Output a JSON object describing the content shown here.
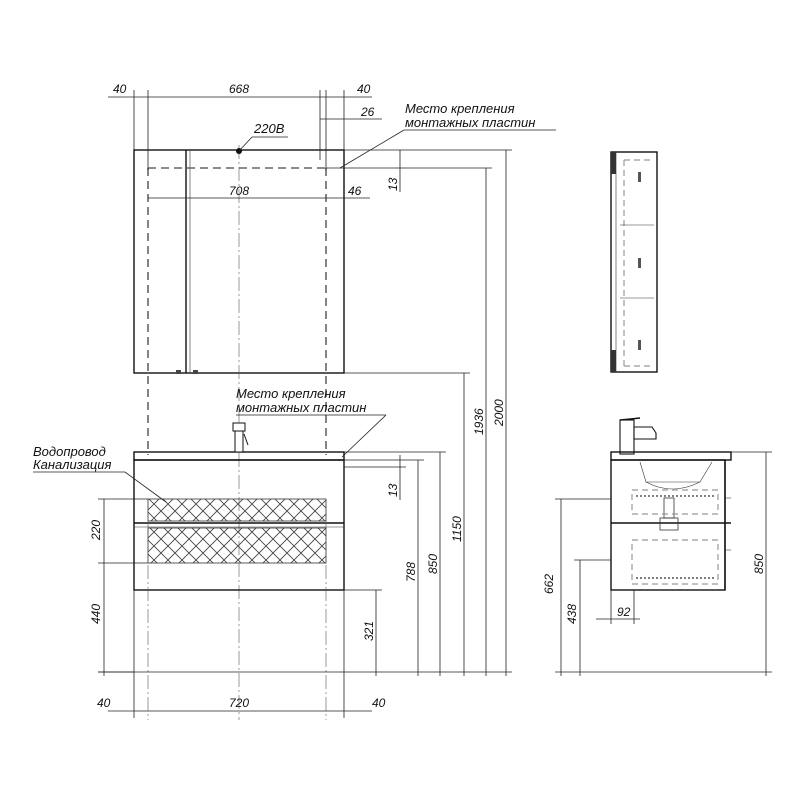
{
  "cabinet": {
    "dims": {
      "left_gap": "40",
      "width": "668",
      "right_gap": "40",
      "right_inset": "26"
    },
    "power_label": "220B",
    "plate_width": "708",
    "plate_offset": "46",
    "top_offset": "13"
  },
  "notes": {
    "mount_plates_top": [
      "Место крепления",
      "монтажных пластин"
    ],
    "mount_plates_vanity": [
      "Место крепления",
      "монтажных пластин"
    ],
    "utilities": [
      "Водопровод",
      "Канализация"
    ]
  },
  "vanity": {
    "drawer_top": "220",
    "drawer_bottom": "440",
    "plate_offset": "13",
    "heights": [
      "321",
      "788",
      "850",
      "1150",
      "1936",
      "2000"
    ],
    "bottom_dims": {
      "left_gap": "40",
      "width": "720",
      "right_gap": "40"
    }
  },
  "side_view": {
    "heights": [
      "662",
      "438",
      "850"
    ],
    "depth": "92"
  }
}
